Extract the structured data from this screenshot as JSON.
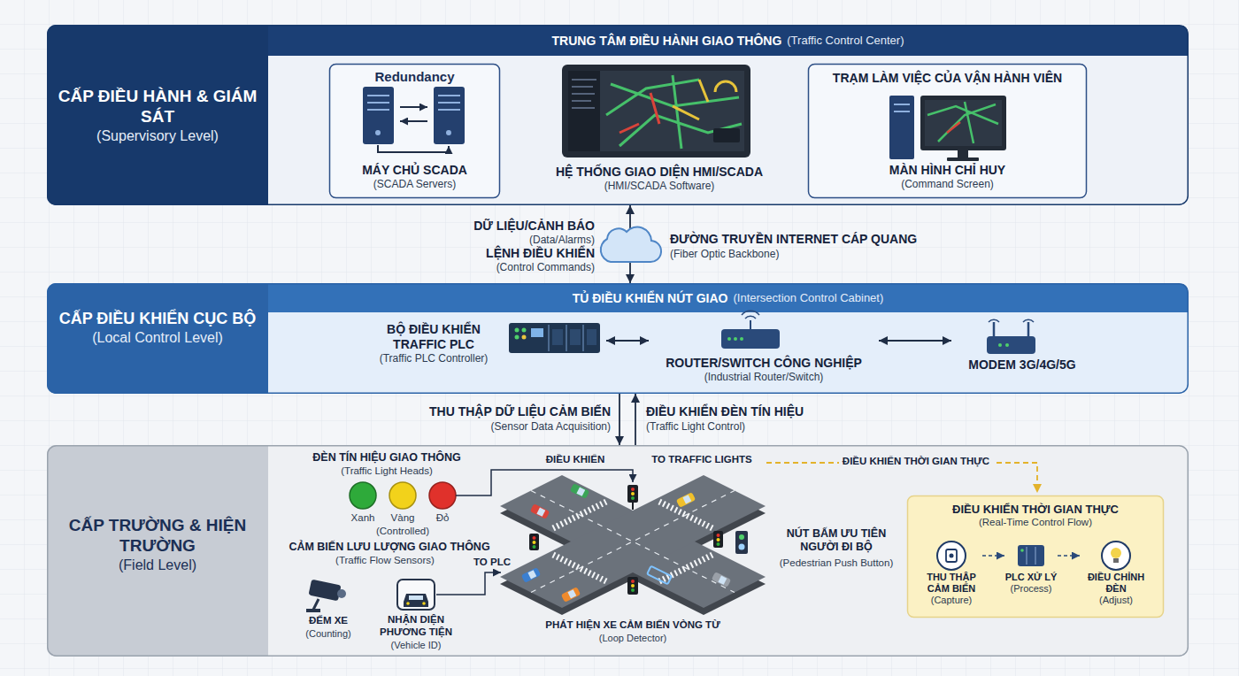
{
  "diagram": {
    "nodes": [
      {
        "text": [
          "CẤP ĐIỀU HÀNH & GIÁM SÁT",
          "(Supervisory Level)"
        ]
      },
      {
        "text": [
          "TRUNG TÂM ĐIỀU HÀNH GIAO THÔNG",
          "(Traffic Control Center)"
        ],
        "in": 0
      },
      {
        "text": [
          "Redundancy",
          "MÁY CHỦ SCADA",
          "(SCADA Servers)"
        ],
        "in": 1
      },
      {
        "text": [
          "HỆ THỐNG GIAO DIỆN HMI/SCADA",
          "(HMI/SCADA Software)"
        ],
        "in": 1
      },
      {
        "text": [
          "TRẠM LÀM VIỆC CỦA VẬN HÀNH VIÊN",
          "MÀN HÌNH CHỈ HUY",
          "(Command Screen)"
        ],
        "in": 1
      },
      {
        "text": [
          "CẤP ĐIỀU KHIỂN CỤC BỘ",
          "(Local Control Level)"
        ]
      },
      {
        "text": [
          "TỦ ĐIỀU KHIỂN NÚT GIAO",
          "(Intersection Control Cabinet)"
        ],
        "in": 5
      },
      {
        "text": [
          "BỘ ĐIỀU KHIỂN TRAFFIC PLC",
          "(Traffic PLC Controller)"
        ],
        "in": 6
      },
      {
        "text": [
          "ROUTER/SWITCH CÔNG NGHIỆP",
          "(Industrial Router/Switch)"
        ],
        "in": 6
      },
      {
        "text": [
          "MODEM 3G/4G/5G"
        ],
        "in": 6
      },
      {
        "text": [
          "CẤP TRƯỜNG & HIỆN TRƯỜNG",
          "(Field Level)"
        ]
      },
      {
        "text": [
          "ĐIỀU KHIỂN THỜI GIAN THỰC",
          "(Real-Time Control Flow)"
        ],
        "in": 10
      },
      {
        "text": [
          "THU THẬP CẢM BIẾN",
          "(Capture)"
        ],
        "in": 11
      },
      {
        "text": [
          "PLC XỬ LÝ",
          "(Process)"
        ],
        "in": 11
      },
      {
        "text": [
          "ĐIỀU CHỈNH ĐÈN",
          "(Adjust)"
        ],
        "in": 11
      }
    ],
    "edges": [
      {
        "from": 0,
        "to": 5,
        "arrow": "both"
      },
      {
        "from": 7,
        "to": 8,
        "arrow": "both"
      },
      {
        "from": 8,
        "to": 9,
        "arrow": "both"
      },
      {
        "from": 5,
        "to": 10,
        "arrow": "to"
      },
      {
        "from": 10,
        "to": 5,
        "arrow": "to"
      },
      {
        "from": 12,
        "to": 13,
        "arrow": "to"
      },
      {
        "from": 13,
        "to": 14,
        "arrow": "to"
      }
    ],
    "labels": [
      "DỮ LIỆU/CẢNH BÁO",
      "(Data/Alarms)",
      "LỆNH ĐIỀU KHIỂN",
      "(Control Commands)",
      "ĐƯỜNG TRUYỀN INTERNET CÁP QUANG",
      "(Fiber Optic Backbone)",
      "THU THẬP DỮ LIỆU CẢM BIẾN",
      "(Sensor Data Acquisition)",
      "ĐIỀU KHIỂN ĐÈN TÍN HIỆU",
      "(Traffic Light Control)",
      "ĐÈN TÍN HIỆU GIAO THÔNG",
      "(Traffic Light Heads)",
      "Xanh",
      "Vàng",
      "Đỏ",
      "(Controlled)",
      "ĐIỀU KHIỂN",
      "TO TRAFFIC LIGHTS",
      "ĐIỀU KHIỂN THỜI GIAN THỰC",
      "CẢM BIẾN LƯU LƯỢNG GIAO THÔNG",
      "(Traffic Flow Sensors)",
      "TO PLC",
      "ĐẾM XE",
      "(Counting)",
      "NHẬN DIỆN PHƯƠNG TIỆN",
      "(Vehicle ID)",
      "NÚT BẤM ƯU TIÊN NGƯỜI ĐI BỘ",
      "(Pedestrian Push Button)",
      "PHÁT HIỆN XE CẢM BIẾN VÒNG TỪ",
      "(Loop Detector)"
    ]
  }
}
